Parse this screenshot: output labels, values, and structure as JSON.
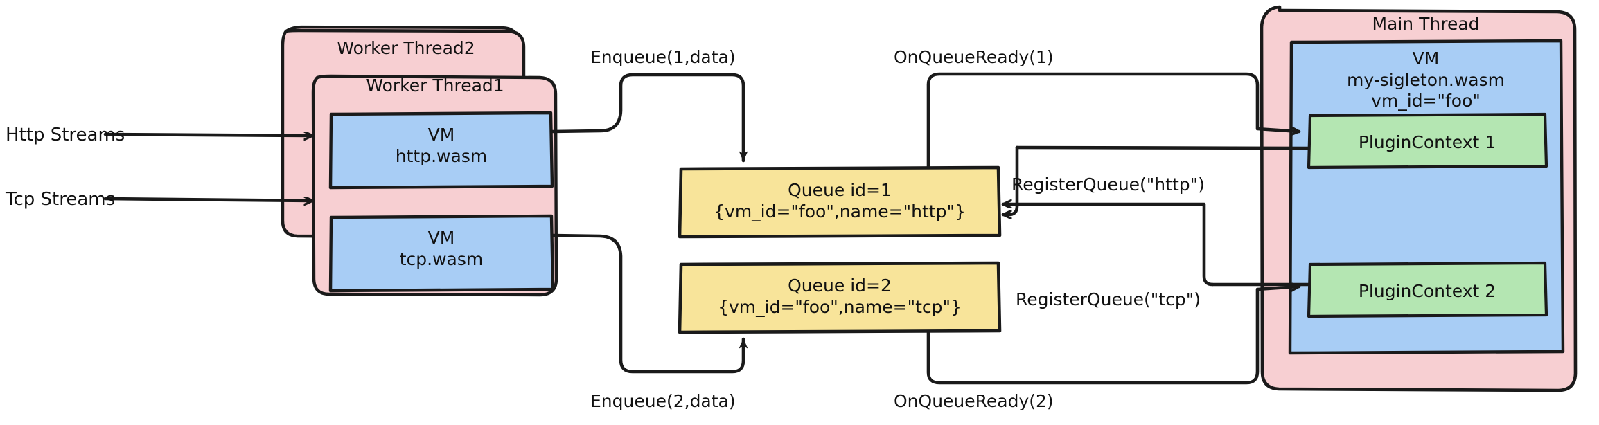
{
  "diagram": {
    "title": "Proxy-Wasm queue / VM threading diagram",
    "colors": {
      "thread_fill": "#f7cfd2",
      "vm_fill": "#a8cdf5",
      "queue_fill": "#f8e49a",
      "plugin_fill": "#b4e6b2",
      "stroke": "#1a1a1a",
      "background": "#ffffff"
    },
    "inputs": [
      {
        "id": "http-streams",
        "label": "Http Streams"
      },
      {
        "id": "tcp-streams",
        "label": "Tcp Streams"
      }
    ],
    "worker": {
      "outer_label": "Worker Thread2",
      "inner_label": "Worker Thread1",
      "vms": [
        {
          "id": "vm-http",
          "line1": "VM",
          "line2": "http.wasm"
        },
        {
          "id": "vm-tcp",
          "line1": "VM",
          "line2": "tcp.wasm"
        }
      ]
    },
    "queues": [
      {
        "id": "queue-1",
        "line1": "Queue id=1",
        "line2": "{vm_id=\"foo\",name=\"http\"}"
      },
      {
        "id": "queue-2",
        "line1": "Queue id=2",
        "line2": "{vm_id=\"foo\",name=\"tcp\"}"
      }
    ],
    "main_thread": {
      "label": "Main Thread",
      "vm": {
        "line1": "VM",
        "line2": "my-sigleton.wasm",
        "line3": "vm_id=\"foo\""
      },
      "plugin_contexts": [
        {
          "id": "plugin-context-1",
          "label": "PluginContext 1"
        },
        {
          "id": "plugin-context-2",
          "label": "PluginContext 2"
        }
      ]
    },
    "edges": [
      {
        "id": "enqueue-1",
        "label": "Enqueue(1,data)"
      },
      {
        "id": "on-queue-ready-1",
        "label": "OnQueueReady(1)"
      },
      {
        "id": "register-queue-http",
        "label": "RegisterQueue(\"http\")"
      },
      {
        "id": "register-queue-tcp",
        "label": "RegisterQueue(\"tcp\")"
      },
      {
        "id": "enqueue-2",
        "label": "Enqueue(2,data)"
      },
      {
        "id": "on-queue-ready-2",
        "label": "OnQueueReady(2)"
      }
    ]
  }
}
